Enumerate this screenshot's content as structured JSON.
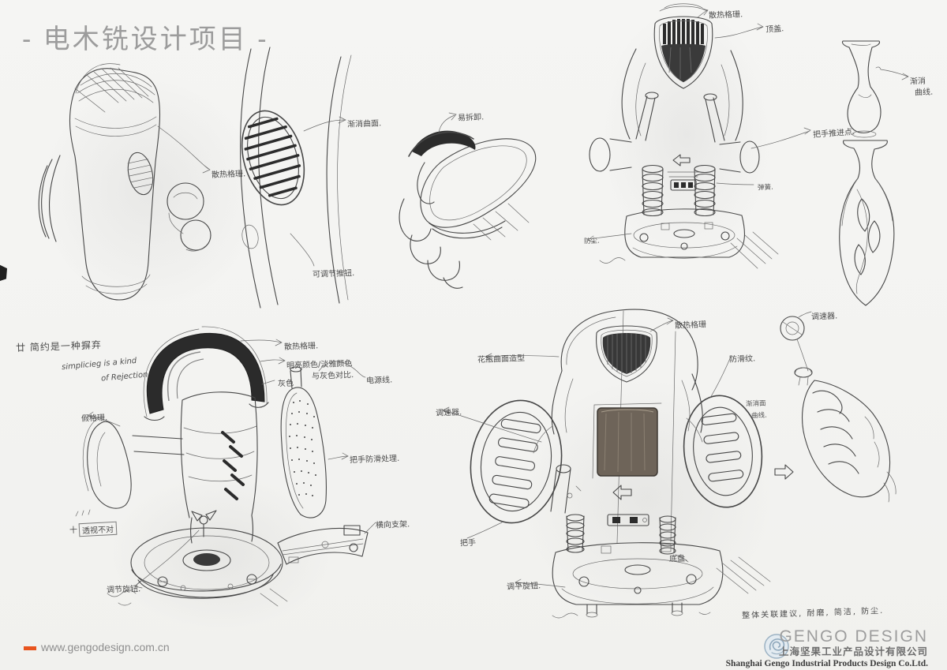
{
  "title": "- 电木铣设计项目 -",
  "colors": {
    "accent_orange": "#e8541e",
    "title_gray": "#9c9c9c",
    "ink": "#474747",
    "paper": "#f3f3f1"
  },
  "annotations": [
    {
      "text": "散热格珊."
    },
    {
      "text": "顶盖."
    },
    {
      "text": "易拆卸."
    },
    {
      "text": "把手推进点."
    },
    {
      "text": "弹簧."
    },
    {
      "text": "防尘."
    },
    {
      "text": "渐消"
    },
    {
      "text": "曲线."
    },
    {
      "text": "渐消曲面."
    },
    {
      "text": "散热格珊."
    },
    {
      "text": "可调节推钮."
    },
    {
      "text": "廿 简约是一种摒弃"
    },
    {
      "text": "simplicieg is a kind"
    },
    {
      "text": "of Rejection"
    },
    {
      "text": "散热格珊."
    },
    {
      "text": "明亮颜色/淡雅颜色"
    },
    {
      "text": "与灰色对比."
    },
    {
      "text": "灰色"
    },
    {
      "text": "电源线."
    },
    {
      "text": "假格珊."
    },
    {
      "text": "把手防滑处理."
    },
    {
      "text": "横向支架."
    },
    {
      "text": "把手"
    },
    {
      "text": "十"
    },
    {
      "text": "透视不对"
    },
    {
      "text": "调节旋钮."
    },
    {
      "text": "散热格珊"
    },
    {
      "text": "花瓶曲面造型"
    },
    {
      "text": "调速器."
    },
    {
      "text": "防滑纹."
    },
    {
      "text": "渐消面"
    },
    {
      "text": "曲线."
    },
    {
      "text": "调速器."
    },
    {
      "text": "底盘."
    },
    {
      "text": "调平旋钮."
    },
    {
      "text": "整体关联建议, 耐磨, 简洁, 防尘."
    }
  ],
  "footer": {
    "website": "www.gengodesign.com.cn",
    "brand": "GENGO DESIGN",
    "company_cn": "上海坚果工业产品设计有限公司",
    "company_en": "Shanghai Gengo Industrial Products Design Co.Ltd."
  }
}
